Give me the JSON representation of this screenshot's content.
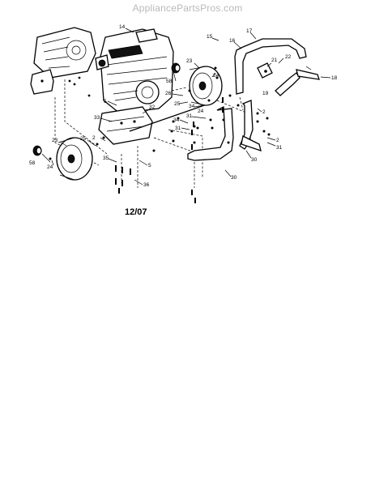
{
  "watermark": "AppliancePartsPros.com",
  "date_code": "12/07",
  "callouts": {
    "c14": "14",
    "c15": "15",
    "c16": "16",
    "c17": "17",
    "c18": "18",
    "c19": "19",
    "c21": "21",
    "c22": "22",
    "c58a": "58",
    "c23a": "23",
    "c24a": "24",
    "c5a": "5",
    "c26": "26",
    "c25a": "25",
    "c34a": "34",
    "c31a": "31",
    "c33": "33",
    "c32": "32",
    "c2a": "2",
    "c2b": "2",
    "c31b": "31",
    "c30a": "30",
    "c30b": "30",
    "c23b": "23",
    "c25b": "25",
    "c58b": "58",
    "c24b": "24",
    "c35": "35",
    "c5b": "5",
    "c36": "36",
    "c34b": "34",
    "c31c": "31",
    "c24c": "24",
    "c2c": "2"
  }
}
